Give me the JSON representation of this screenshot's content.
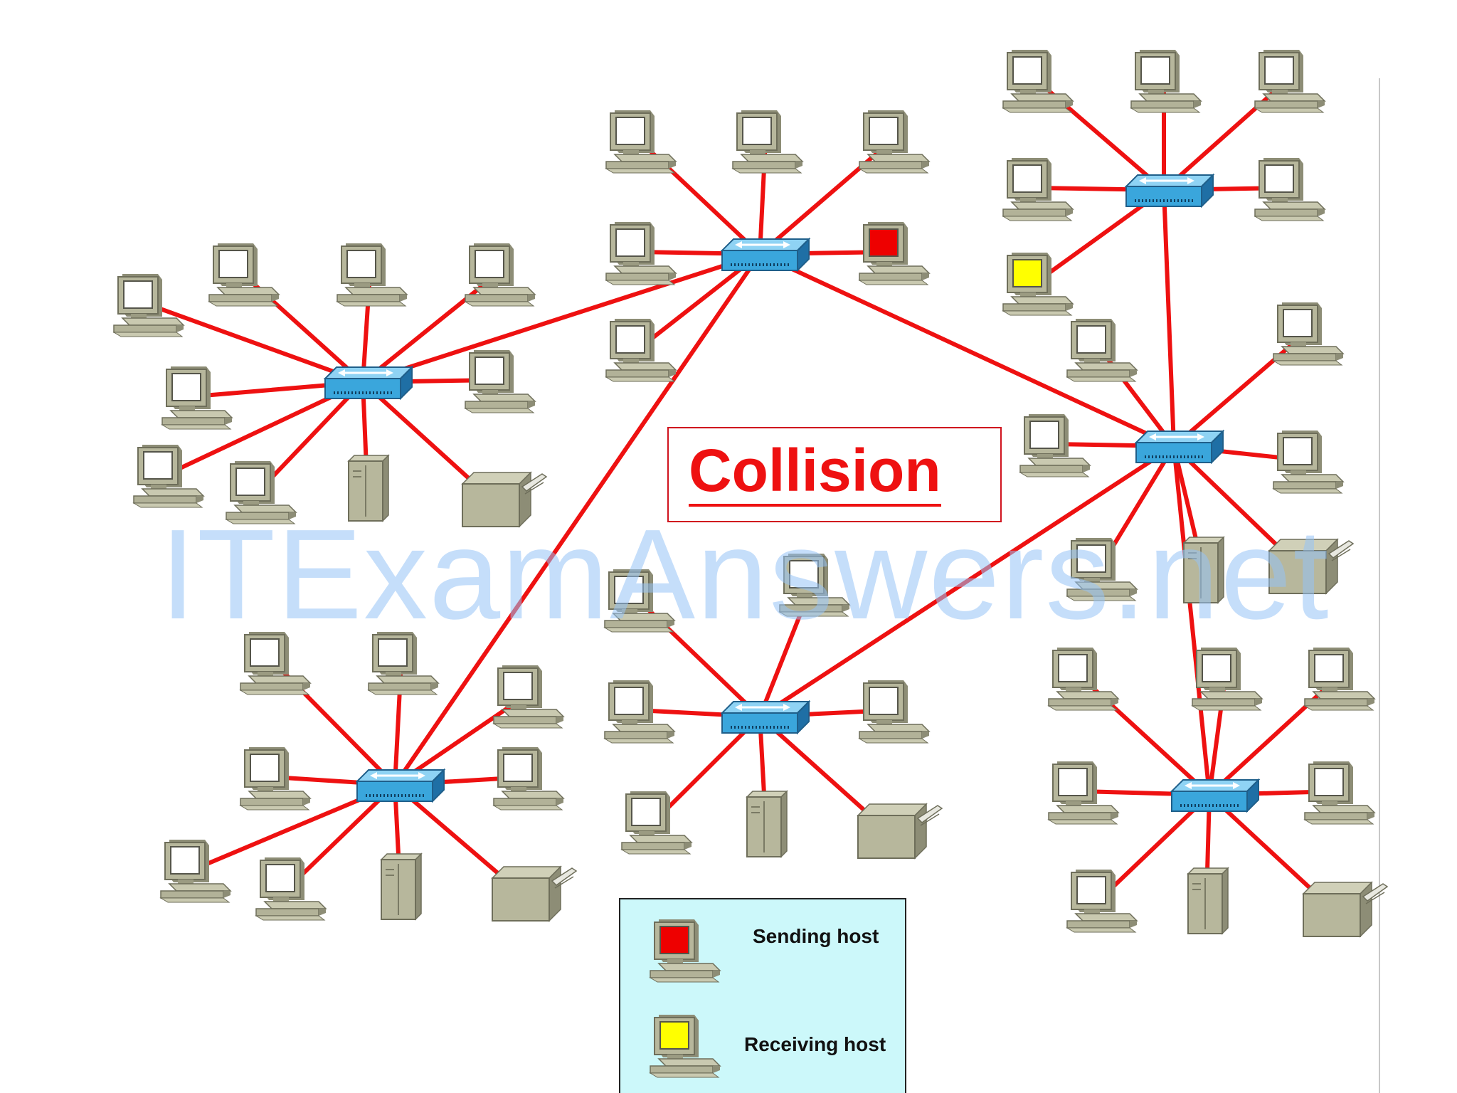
{
  "title": "Collision",
  "watermark": "ITExamAnswers.net",
  "legend": {
    "sending_label": "Sending host",
    "receiving_label": "Receiving host",
    "sending_color": "#ee0000",
    "receiving_color": "#ffff00"
  },
  "colors": {
    "link": "#ee1111",
    "switch": "#3aa6dc",
    "device": "#b4b49a",
    "legend_bg": "#ccf8fa"
  },
  "icons": [
    "switch-icon",
    "pc-icon",
    "server-icon",
    "printer-icon"
  ]
}
